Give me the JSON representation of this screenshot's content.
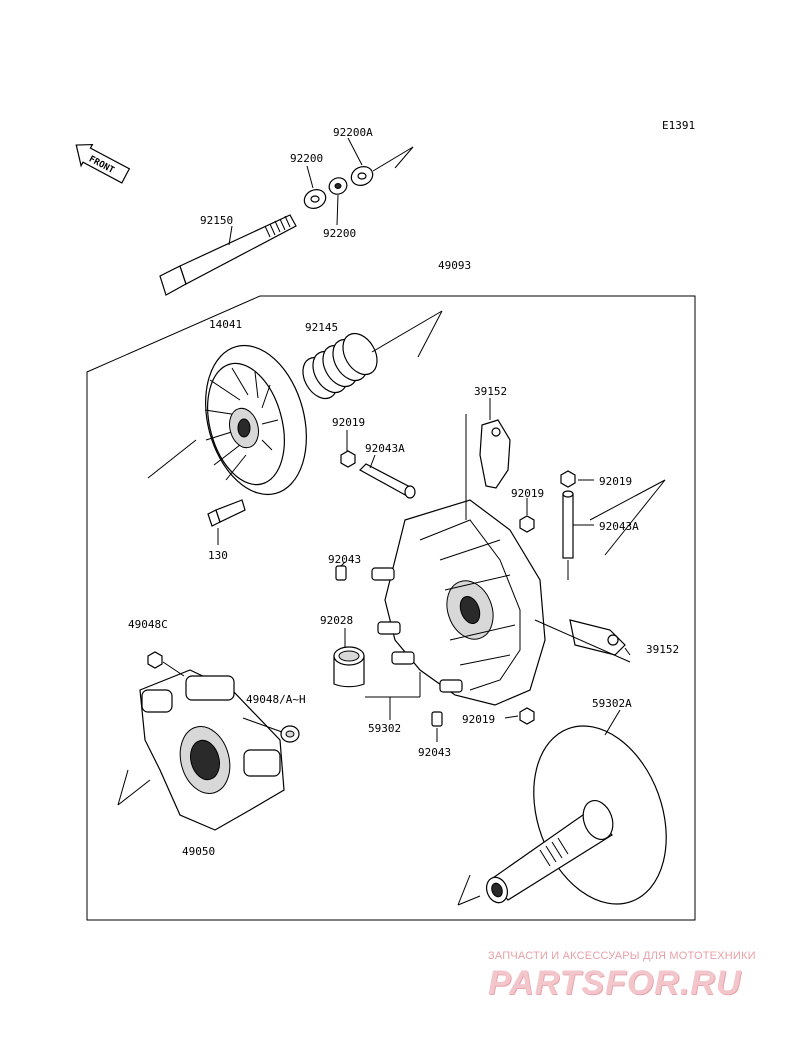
{
  "diagram": {
    "code": "E1391",
    "front_label": "FRONT",
    "assembly_label": "49093",
    "parts": [
      {
        "id": "p-92200a",
        "label": "92200A"
      },
      {
        "id": "p-92200-top",
        "label": "92200"
      },
      {
        "id": "p-92200-bot",
        "label": "92200"
      },
      {
        "id": "p-92150",
        "label": "92150"
      },
      {
        "id": "p-14041",
        "label": "14041"
      },
      {
        "id": "p-92145",
        "label": "92145"
      },
      {
        "id": "p-39152-top",
        "label": "39152"
      },
      {
        "id": "p-92019-a",
        "label": "92019"
      },
      {
        "id": "p-92043a-a",
        "label": "92043A"
      },
      {
        "id": "p-92019-b",
        "label": "92019"
      },
      {
        "id": "p-92019-c",
        "label": "92019"
      },
      {
        "id": "p-92043a-b",
        "label": "92043A"
      },
      {
        "id": "p-130",
        "label": "130"
      },
      {
        "id": "p-92043-a",
        "label": "92043"
      },
      {
        "id": "p-92028",
        "label": "92028"
      },
      {
        "id": "p-39152-right",
        "label": "39152"
      },
      {
        "id": "p-49048c",
        "label": "49048C"
      },
      {
        "id": "p-49048ah",
        "label": "49048/A~H"
      },
      {
        "id": "p-59302",
        "label": "59302"
      },
      {
        "id": "p-92019-d",
        "label": "92019"
      },
      {
        "id": "p-92043-b",
        "label": "92043"
      },
      {
        "id": "p-59302a",
        "label": "59302A"
      },
      {
        "id": "p-49050",
        "label": "49050"
      }
    ]
  },
  "watermark": {
    "tagline": "ЗАПЧАСТИ И АКСЕССУАРЫ ДЛЯ МОТОТЕХНИКИ",
    "logo": "PARTSFOR.RU"
  },
  "colors": {
    "line": "#000000",
    "background": "#ffffff",
    "watermark_text": "#e8a0a8",
    "watermark_logo": "#f3c6cc"
  }
}
